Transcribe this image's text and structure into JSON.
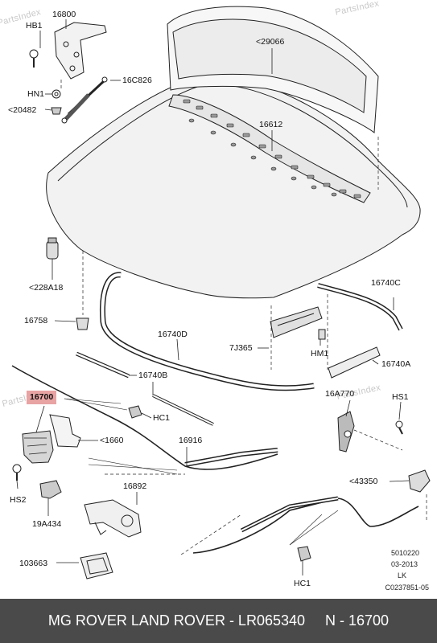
{
  "watermark": "PartsIndex",
  "callouts": {
    "hb1": "HB1",
    "p16800": "16800",
    "p29066": "<29066",
    "p16c826": "16C826",
    "hn1": "HN1",
    "p20482": "<20482",
    "p16612": "16612",
    "p228a18": "<228A18",
    "p16740c": "16740C",
    "p16758": "16758",
    "p16740d": "16740D",
    "p7j365": "7J365",
    "hm1": "HM1",
    "p16740b": "16740B",
    "p16740a": "16740A",
    "p16700": "16700",
    "p16a770": "16A770",
    "hs1": "HS1",
    "hc1_top": "HC1",
    "p1660": "<1660",
    "p16916": "16916",
    "hs2": "HS2",
    "p43350": "<43350",
    "p16892": "16892",
    "p19a434": "19A434",
    "p103663": "103663",
    "hc1_bottom": "HC1"
  },
  "meta": {
    "code1": "5010220",
    "date": "03-2013",
    "initials": "LK",
    "ref": "C0237851-05"
  },
  "footer": {
    "text": "MG ROVER LAND ROVER - LR065340     N - 16700"
  },
  "colors": {
    "highlight": "#e8a3a3",
    "footer_bg": "#4a4a4a",
    "line": "#222222"
  }
}
